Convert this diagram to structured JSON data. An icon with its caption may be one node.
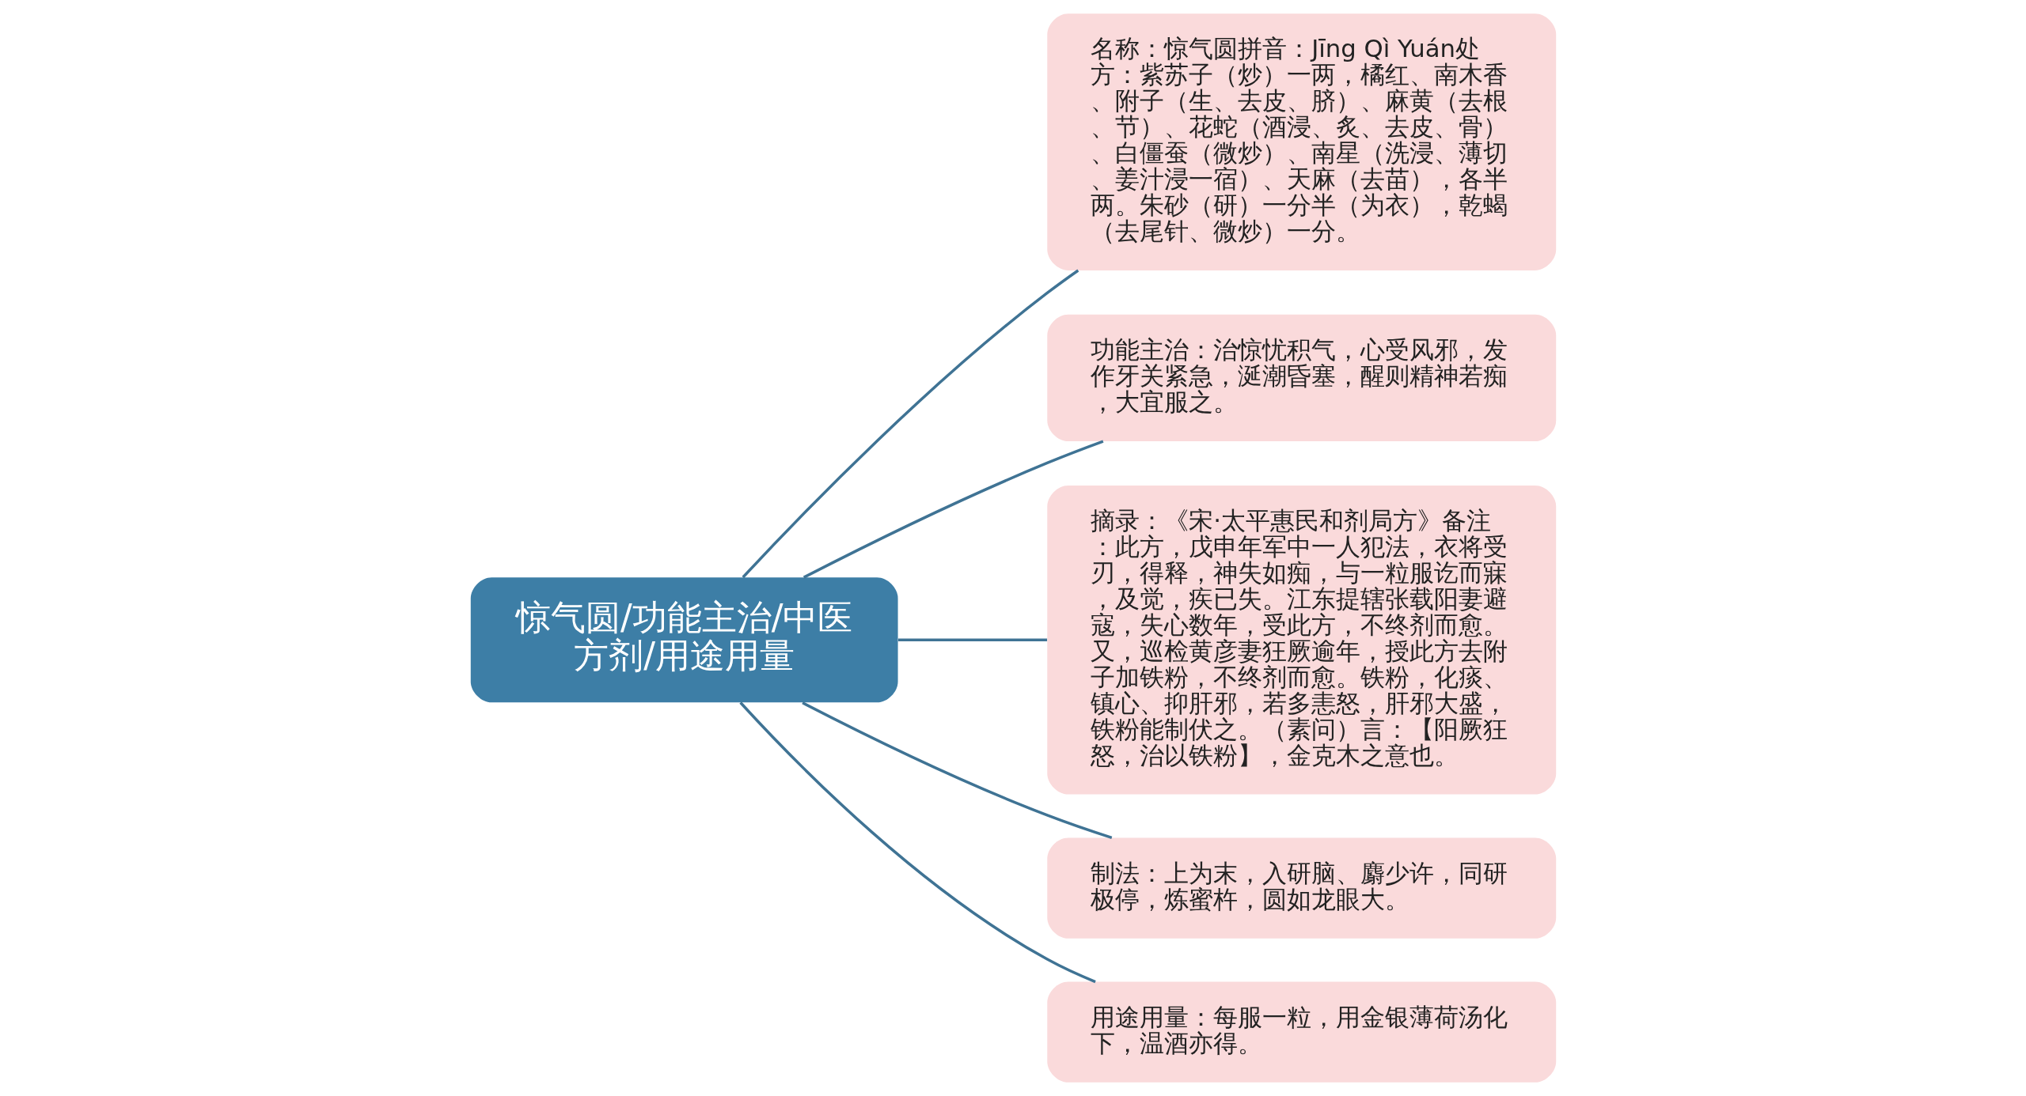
{
  "diagram": {
    "nodes": [
      {
        "text": [
          "惊气圆/功能主治/中医方剂/用途用量"
        ]
      },
      {
        "text": [
          "名称：惊气圆拼音：Jīng Qì Yuán处方：紫苏子（炒）一两，橘红、南木香、附子（生、去皮、脐）、麻黄（去根、节）、花蛇（酒浸、炙、去皮、骨）、白僵蚕（微炒）、南星（洗浸、薄切、姜汁浸一宿）、天麻（去苗），各半两。朱砂（研）一分半（为衣），乾蝎（去尾针、微炒）一分。"
        ]
      },
      {
        "text": [
          "功能主治：治惊忧积气，心受风邪，发作牙关紧急，涎潮昏塞，醒则精神若痴，大宜服之。"
        ]
      },
      {
        "text": [
          "摘录：《宋·太平惠民和剂局方》备注：此方，戊申年军中一人犯法，衣将受刃，得释，神失如痴，与一粒服讫而寐，及觉，疾已失。江东提辖张载阳妻避寇，失心数年，受此方，不终剂而愈。又，巡检黄彦妻狂厥逾年，授此方去附子加铁粉，不终剂而愈。铁粉，化痰、镇心、抑肝邪，若多恚怒，肝邪大盛，铁粉能制伏之。（素问）言：【阳厥狂怒，治以铁粉】，金克木之意也。"
        ]
      },
      {
        "text": [
          "制法：上为末，入研脑、麝少许，同研极停，炼蜜杵，圆如龙眼大。"
        ]
      },
      {
        "text": [
          "用途用量：每服一粒，用金银薄荷汤化下，温酒亦得。"
        ]
      }
    ],
    "edges": [
      {
        "from": 0,
        "to": 1,
        "arrow": "none"
      },
      {
        "from": 0,
        "to": 2,
        "arrow": "none"
      },
      {
        "from": 0,
        "to": 3,
        "arrow": "none"
      },
      {
        "from": 0,
        "to": 4,
        "arrow": "none"
      },
      {
        "from": 0,
        "to": 5,
        "arrow": "none"
      }
    ]
  }
}
